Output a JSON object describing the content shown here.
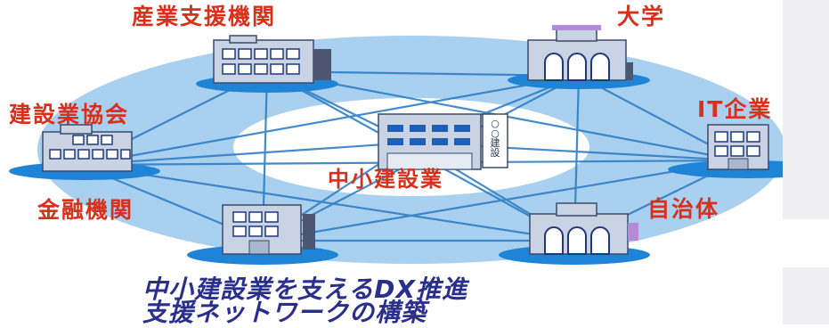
{
  "center": {
    "label": "中小建設業",
    "sign": "○○建設"
  },
  "nodes": [
    {
      "id": "industry-support",
      "label": "産業支援機関",
      "icon": "office-building-icon"
    },
    {
      "id": "university",
      "label": "大学",
      "icon": "university-building-icon"
    },
    {
      "id": "it-company",
      "label": "IT企業",
      "icon": "office-building-icon"
    },
    {
      "id": "municipality",
      "label": "自治体",
      "icon": "government-building-icon"
    },
    {
      "id": "financial",
      "label": "金融機関",
      "icon": "office-building-icon"
    },
    {
      "id": "construction-assoc",
      "label": "建設業協会",
      "icon": "office-building-icon"
    }
  ],
  "caption": {
    "line1": "中小建設業を支えるDX推進",
    "line2": "支援ネットワークの構築"
  },
  "colors": {
    "label": "#d9301c",
    "caption": "#2a2f8c",
    "ring": "#a9d0ee",
    "link": "#2f7fc6",
    "base": "#1f84d6"
  }
}
